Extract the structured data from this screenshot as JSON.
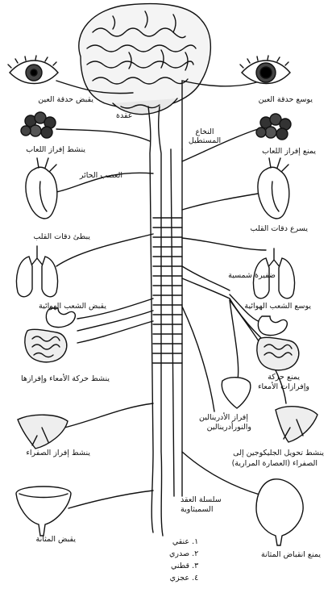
{
  "labels": {
    "eye_left": "يقبض حدقة العين",
    "eye_right": "يوسع حدقة العين",
    "ganglion": "عقدة",
    "medulla": "النخاع المستطيل",
    "saliva_left": "ينشط إفراز اللعاب",
    "saliva_right": "يمنع إفراز اللعاب",
    "vagus": "العصب الحائر",
    "heart_left": "يبطئ دقات القلب",
    "heart_right": "يسرع دقات القلب",
    "plexus": "ضفيرة شمسية",
    "lungs_left": "يقبض الشعب الهوائية",
    "lungs_right": "يوسع الشعب الهوائية",
    "intestine_left": "ينشط حركة الأمعاء وإفرازها",
    "intestine_right_1": "يمنع حركة",
    "intestine_right_2": "وإفرازات الأمعاء",
    "adrenal_1": "إفراز الأدرينالين",
    "adrenal_2": "والنورأدرينالين",
    "liver_left": "ينشط إفراز الصفراء",
    "liver_right_1": "ينشط تحويل الجليكوجين إلى",
    "liver_right_2": "الصفراء (العصارة المرارية)",
    "chain_1": "سلسلة العقد",
    "chain_2": "السمبثاوية",
    "bladder_left": "يقبض المثانة",
    "bladder_right": "يمنع انقباض المثانة"
  },
  "legend": [
    "١. عنقي",
    "٢. صدري",
    "٣. قطني",
    "٤. عجزي"
  ]
}
